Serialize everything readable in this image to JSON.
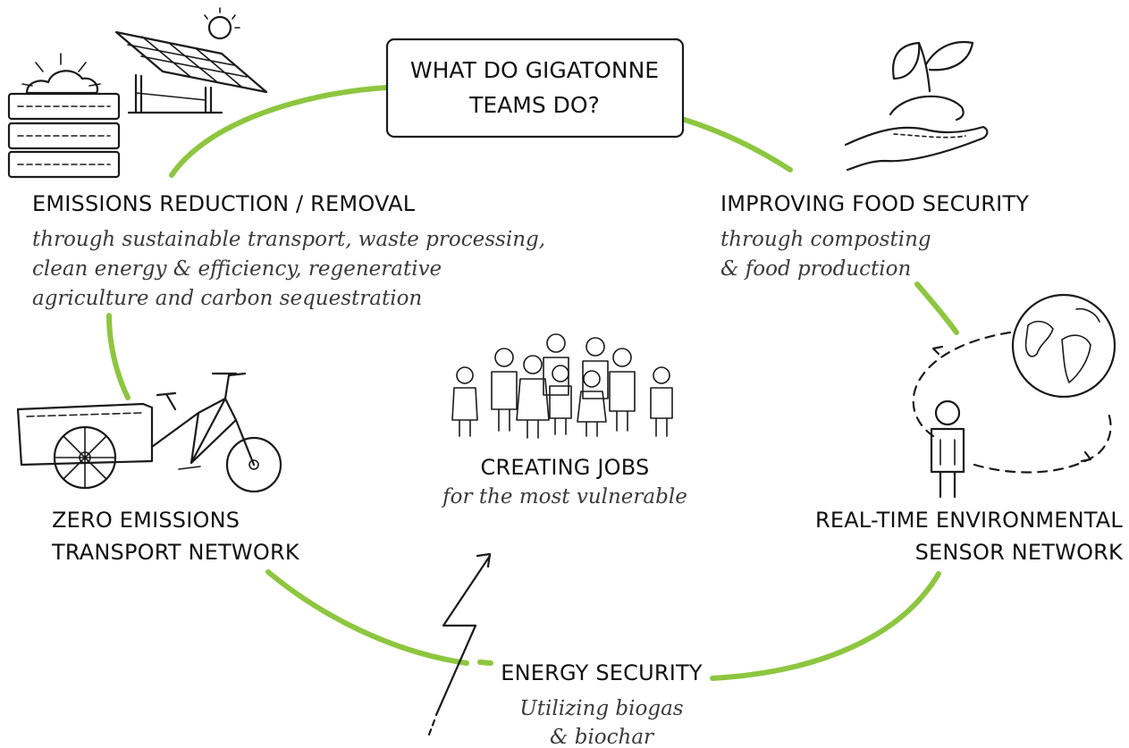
{
  "title": {
    "line1": "WHAT DO GIGATONNE",
    "line2": "TEAMS DO?"
  },
  "emissions": {
    "heading": "EMISSIONS REDUCTION / REMOVAL",
    "sub1": "through sustainable transport, waste processing,",
    "sub2": "clean energy & efficiency, regenerative",
    "sub3": "agriculture and carbon sequestration"
  },
  "food": {
    "heading": "IMPROVING FOOD SECURITY",
    "sub1": "through composting",
    "sub2": "& food production"
  },
  "transport": {
    "line1": "ZERO EMISSIONS",
    "line2": "TRANSPORT NETWORK"
  },
  "jobs": {
    "heading": "CREATING JOBS",
    "sub": "for the most vulnerable"
  },
  "sensor": {
    "line1": "REAL-TIME ENVIRONMENTAL",
    "line2": "SENSOR NETWORK"
  },
  "energy": {
    "heading": "ENERGY SECURITY",
    "sub1": "Utilizing biogas",
    "sub2": "& biochar"
  },
  "colors": {
    "accent_green": "#8dc63f",
    "ink": "#1a1a1a"
  },
  "icons": [
    "solar-panel-icon",
    "sun-cloud-icon",
    "stacked-crates-icon",
    "seedling-hand-icon",
    "cargo-bike-icon",
    "people-crowd-icon",
    "globe-cycle-icon",
    "person-icon",
    "lightning-icon"
  ]
}
